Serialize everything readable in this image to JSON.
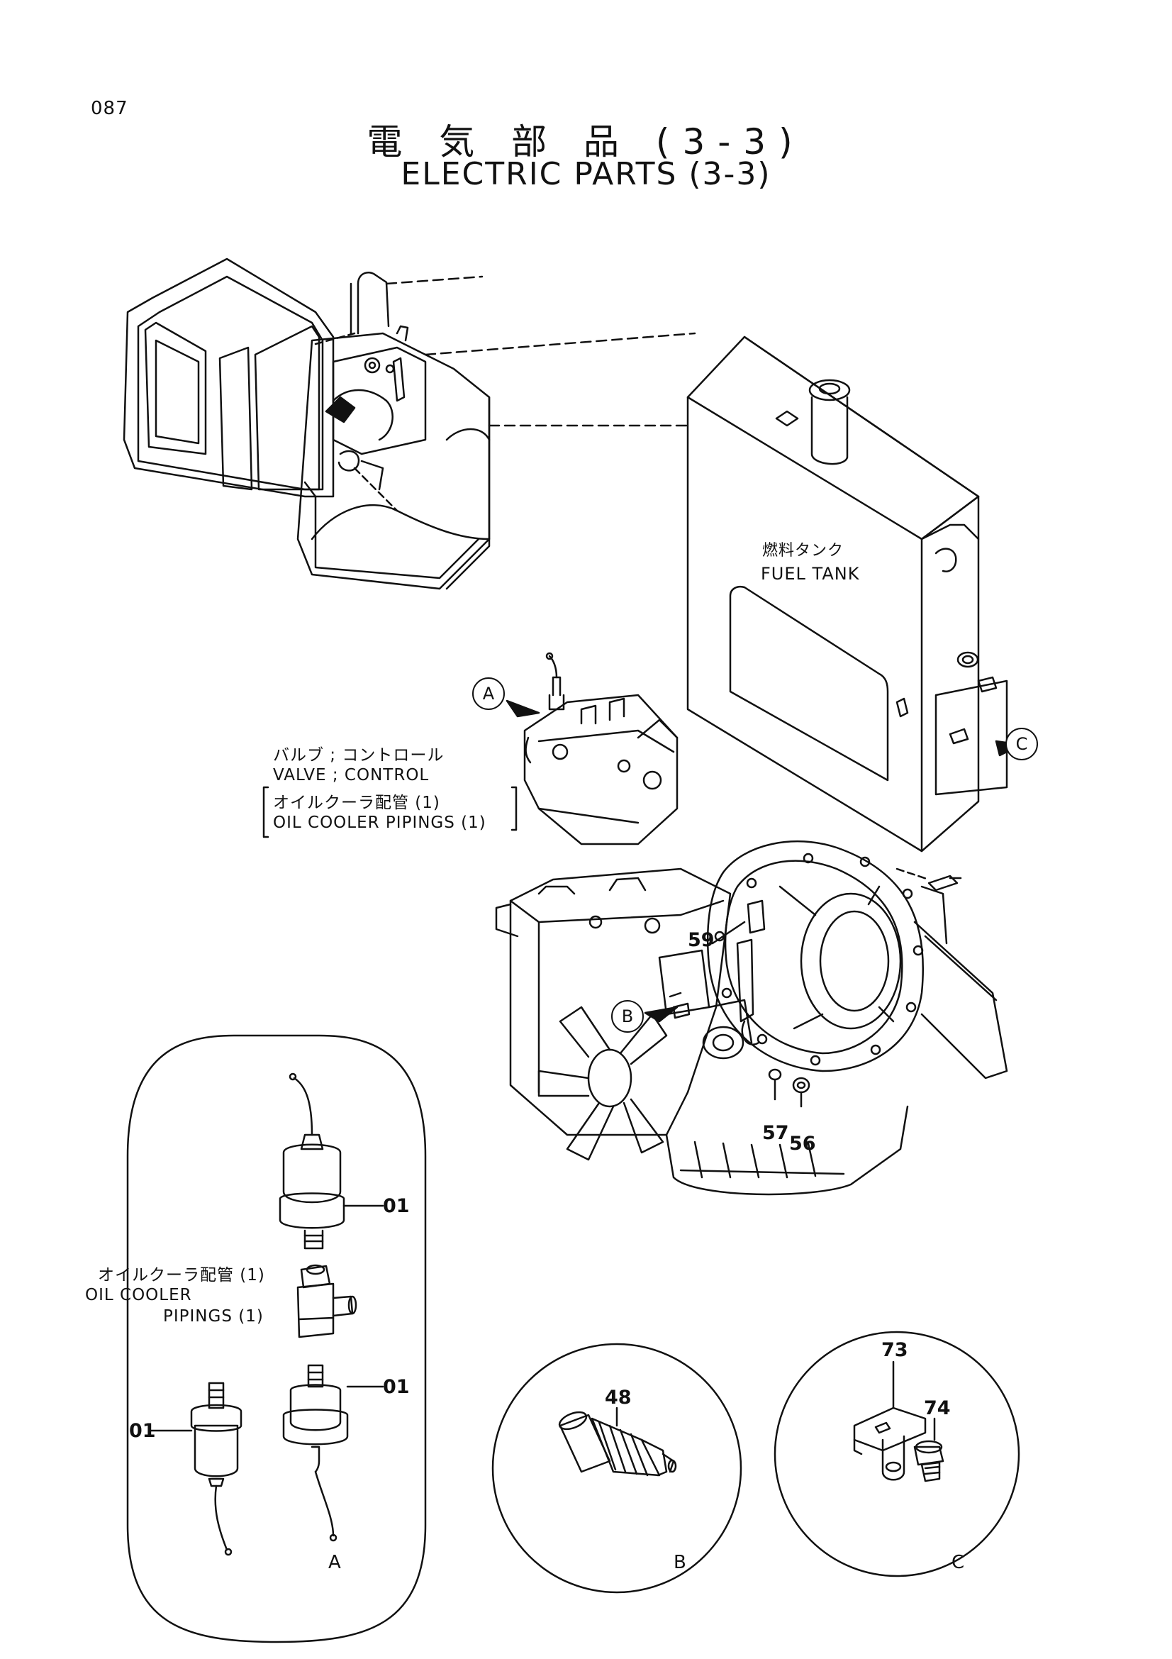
{
  "page_number": "087",
  "title": {
    "japanese": "電 気 部 品 (3-3)",
    "english": "ELECTRIC PARTS (3-3)"
  },
  "labels": {
    "fuel_tank_jp": "燃料タンク",
    "fuel_tank_en": "FUEL TANK",
    "valve_jp": "バルブ ; コントロール",
    "valve_en": "VALVE ; CONTROL",
    "oil_cooler_jp": "オイルクーラ配管 (1)",
    "oil_cooler_en": "OIL COOLER PIPINGS (1)",
    "detail_a_oil_cooler_jp": "オイルクーラ配管 (1)",
    "detail_a_oil_cooler_en_line1": "OIL COOLER",
    "detail_a_oil_cooler_en_line2": "PIPINGS (1)"
  },
  "callouts": {
    "a": "A",
    "b": "B",
    "c": "C"
  },
  "part_numbers": {
    "p59": "59",
    "p57": "57",
    "p56": "56",
    "a_01_top": "01",
    "a_01_mid": "01",
    "a_01_left": "01",
    "b_48": "48",
    "c_73": "73",
    "c_74": "74"
  },
  "detail_letters": {
    "a": "A",
    "b": "B",
    "c": "C"
  }
}
